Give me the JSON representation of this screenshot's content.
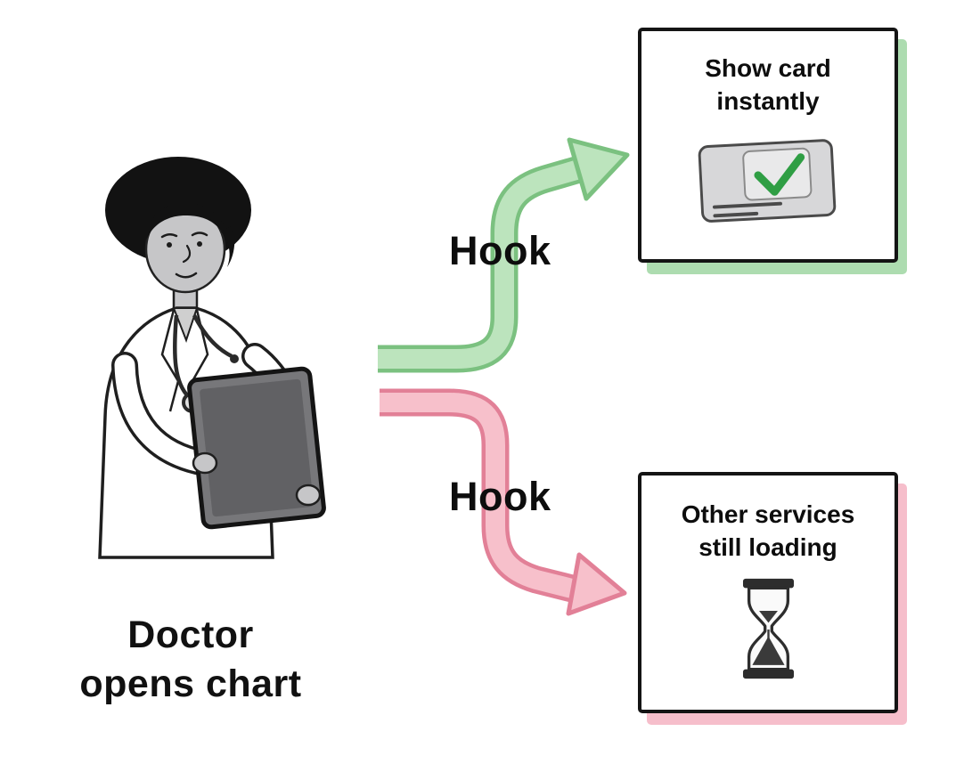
{
  "canvas": {
    "background": "#ffffff"
  },
  "actor": {
    "illustration": "doctor-holding-tablet",
    "caption_line1": "Doctor",
    "caption_line2": "opens chart"
  },
  "arrows": {
    "top": {
      "label": "Hook",
      "fill": "#bce4bd",
      "outline": "#7bc180"
    },
    "bottom": {
      "label": "Hook",
      "fill": "#f7c0cb",
      "outline": "#e28097"
    }
  },
  "outcomes": {
    "top": {
      "title_line1": "Show card",
      "title_line2": "instantly",
      "icon": "card-check-icon",
      "border_color": "#141414",
      "shadow_color": "#addcb0",
      "check_color": "#2f9e44",
      "card_fill": "#d7d7d9"
    },
    "bottom": {
      "title_line1": "Other services",
      "title_line2": "still loading",
      "icon": "hourglass-icon",
      "border_color": "#141414",
      "shadow_color": "#f6becb",
      "sand_color": "#3a3a3a"
    }
  }
}
